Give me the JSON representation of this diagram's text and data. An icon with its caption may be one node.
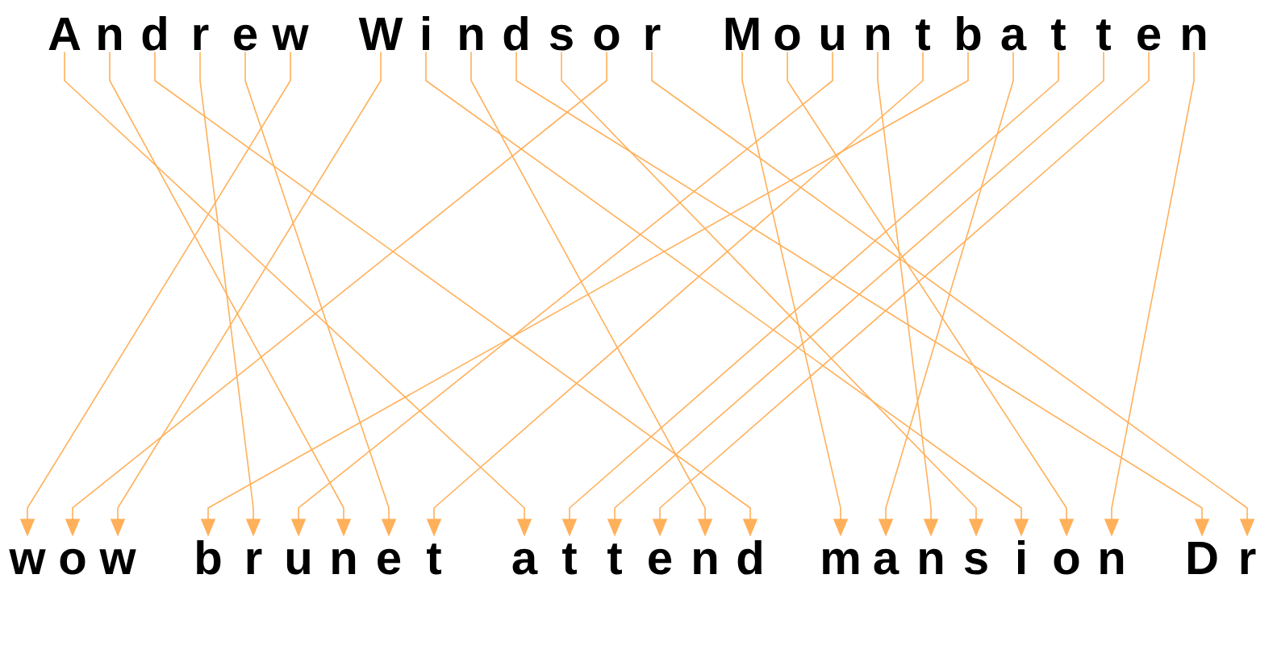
{
  "diagram": {
    "nodes": [
      {
        "text": [
          "A"
        ]
      },
      {
        "text": [
          "n"
        ]
      },
      {
        "text": [
          "d"
        ]
      },
      {
        "text": [
          "r"
        ]
      },
      {
        "text": [
          "e"
        ]
      },
      {
        "text": [
          "w"
        ]
      },
      {
        "text": [
          "W"
        ]
      },
      {
        "text": [
          "i"
        ]
      },
      {
        "text": [
          "n"
        ]
      },
      {
        "text": [
          "d"
        ]
      },
      {
        "text": [
          "s"
        ]
      },
      {
        "text": [
          "o"
        ]
      },
      {
        "text": [
          "r"
        ]
      },
      {
        "text": [
          "M"
        ]
      },
      {
        "text": [
          "o"
        ]
      },
      {
        "text": [
          "u"
        ]
      },
      {
        "text": [
          "n"
        ]
      },
      {
        "text": [
          "t"
        ]
      },
      {
        "text": [
          "b"
        ]
      },
      {
        "text": [
          "a"
        ]
      },
      {
        "text": [
          "t"
        ]
      },
      {
        "text": [
          "t"
        ]
      },
      {
        "text": [
          "e"
        ]
      },
      {
        "text": [
          "n"
        ]
      },
      {
        "text": [
          "w"
        ]
      },
      {
        "text": [
          "o"
        ]
      },
      {
        "text": [
          "w"
        ]
      },
      {
        "text": [
          "b"
        ]
      },
      {
        "text": [
          "r"
        ]
      },
      {
        "text": [
          "u"
        ]
      },
      {
        "text": [
          "n"
        ]
      },
      {
        "text": [
          "e"
        ]
      },
      {
        "text": [
          "t"
        ]
      },
      {
        "text": [
          "a"
        ]
      },
      {
        "text": [
          "t"
        ]
      },
      {
        "text": [
          "t"
        ]
      },
      {
        "text": [
          "e"
        ]
      },
      {
        "text": [
          "n"
        ]
      },
      {
        "text": [
          "d"
        ]
      },
      {
        "text": [
          "m"
        ]
      },
      {
        "text": [
          "a"
        ]
      },
      {
        "text": [
          "n"
        ]
      },
      {
        "text": [
          "s"
        ]
      },
      {
        "text": [
          "i"
        ]
      },
      {
        "text": [
          "o"
        ]
      },
      {
        "text": [
          "n"
        ]
      },
      {
        "text": [
          "D"
        ]
      },
      {
        "text": [
          "r"
        ]
      }
    ],
    "edges": [
      {
        "from": 0,
        "to": 33,
        "arrow": "to"
      },
      {
        "from": 1,
        "to": 30,
        "arrow": "to"
      },
      {
        "from": 2,
        "to": 38,
        "arrow": "to"
      },
      {
        "from": 3,
        "to": 28,
        "arrow": "to"
      },
      {
        "from": 4,
        "to": 31,
        "arrow": "to"
      },
      {
        "from": 5,
        "to": 24,
        "arrow": "to"
      },
      {
        "from": 6,
        "to": 26,
        "arrow": "to"
      },
      {
        "from": 7,
        "to": 43,
        "arrow": "to"
      },
      {
        "from": 8,
        "to": 37,
        "arrow": "to"
      },
      {
        "from": 9,
        "to": 46,
        "arrow": "to"
      },
      {
        "from": 10,
        "to": 42,
        "arrow": "to"
      },
      {
        "from": 11,
        "to": 25,
        "arrow": "to"
      },
      {
        "from": 12,
        "to": 47,
        "arrow": "to"
      },
      {
        "from": 13,
        "to": 39,
        "arrow": "to"
      },
      {
        "from": 14,
        "to": 44,
        "arrow": "to"
      },
      {
        "from": 15,
        "to": 29,
        "arrow": "to"
      },
      {
        "from": 16,
        "to": 41,
        "arrow": "to"
      },
      {
        "from": 17,
        "to": 32,
        "arrow": "to"
      },
      {
        "from": 18,
        "to": 27,
        "arrow": "to"
      },
      {
        "from": 19,
        "to": 40,
        "arrow": "to"
      },
      {
        "from": 20,
        "to": 34,
        "arrow": "to"
      },
      {
        "from": 21,
        "to": 35,
        "arrow": "to"
      },
      {
        "from": 22,
        "to": 36,
        "arrow": "to"
      },
      {
        "from": 23,
        "to": 45,
        "arrow": "to"
      }
    ]
  }
}
